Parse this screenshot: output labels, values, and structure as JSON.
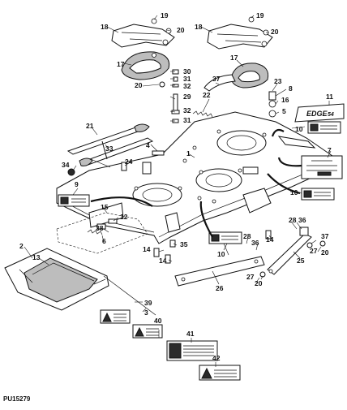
{
  "diagram": {
    "document_id": "PU15279",
    "labels": {
      "l1": "1",
      "l2": "2",
      "l3": "3",
      "l4": "4",
      "l5": "5",
      "l6": "6",
      "l7": "7",
      "l8": "8",
      "l9": "9",
      "l10": "10",
      "l11": "11",
      "l12": "12",
      "l13": "13",
      "l14": "14",
      "l15": "15",
      "l16": "16",
      "l17": "17",
      "l18": "18",
      "l19": "19",
      "l20": "20",
      "l21": "21",
      "l22": "22",
      "l23": "23",
      "l24": "24",
      "l25": "25",
      "l26": "26",
      "l27": "27",
      "l28": "28",
      "l29": "29",
      "l30": "30",
      "l31": "31",
      "l32": "32",
      "l33": "33",
      "l34": "34",
      "l35": "35",
      "l36": "36",
      "l37": "37",
      "l38": "38",
      "l39": "39",
      "l40": "40",
      "l41": "41",
      "l42": "42"
    },
    "decal_logo_text": "EDGE",
    "decal_logo_size": "54"
  }
}
